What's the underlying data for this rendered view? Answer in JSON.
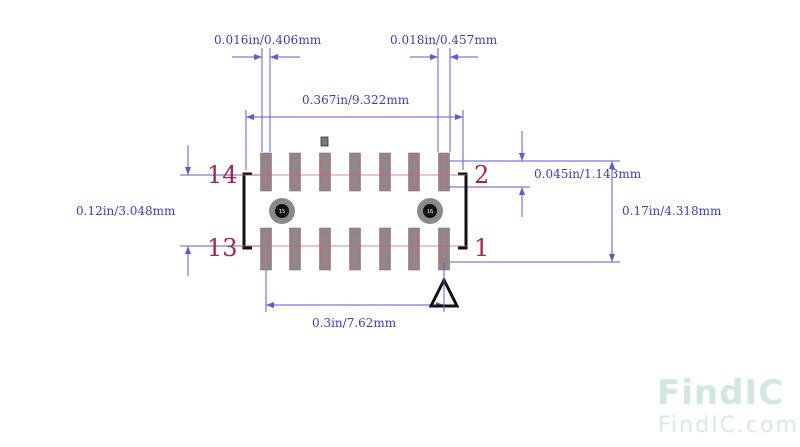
{
  "dimensions": {
    "pad_width": "0.016in/0.406mm",
    "pad_pitch": "0.018in/0.457mm",
    "overall_length": "0.367in/9.322mm",
    "pad_length": "0.045in/1.143mm",
    "row_span": "0.12in/3.048mm",
    "overall_height": "0.17in/4.318mm",
    "pin_span": "0.3in/7.62mm"
  },
  "pin_labels": {
    "top_left": "14",
    "top_right": "2",
    "bottom_left": "13",
    "bottom_right": "1"
  },
  "mounting_holes": [
    "15",
    "16"
  ],
  "watermark": {
    "logo": "FindIC",
    "site": "FindIC.com"
  },
  "colors": {
    "dimension": "#3a3ad8",
    "pin_label": "#b0204e",
    "pad": "#8a8a8a",
    "copper_outline": "#e05a70",
    "silkscreen": "#111111",
    "watermark": "#cfe9dc"
  }
}
